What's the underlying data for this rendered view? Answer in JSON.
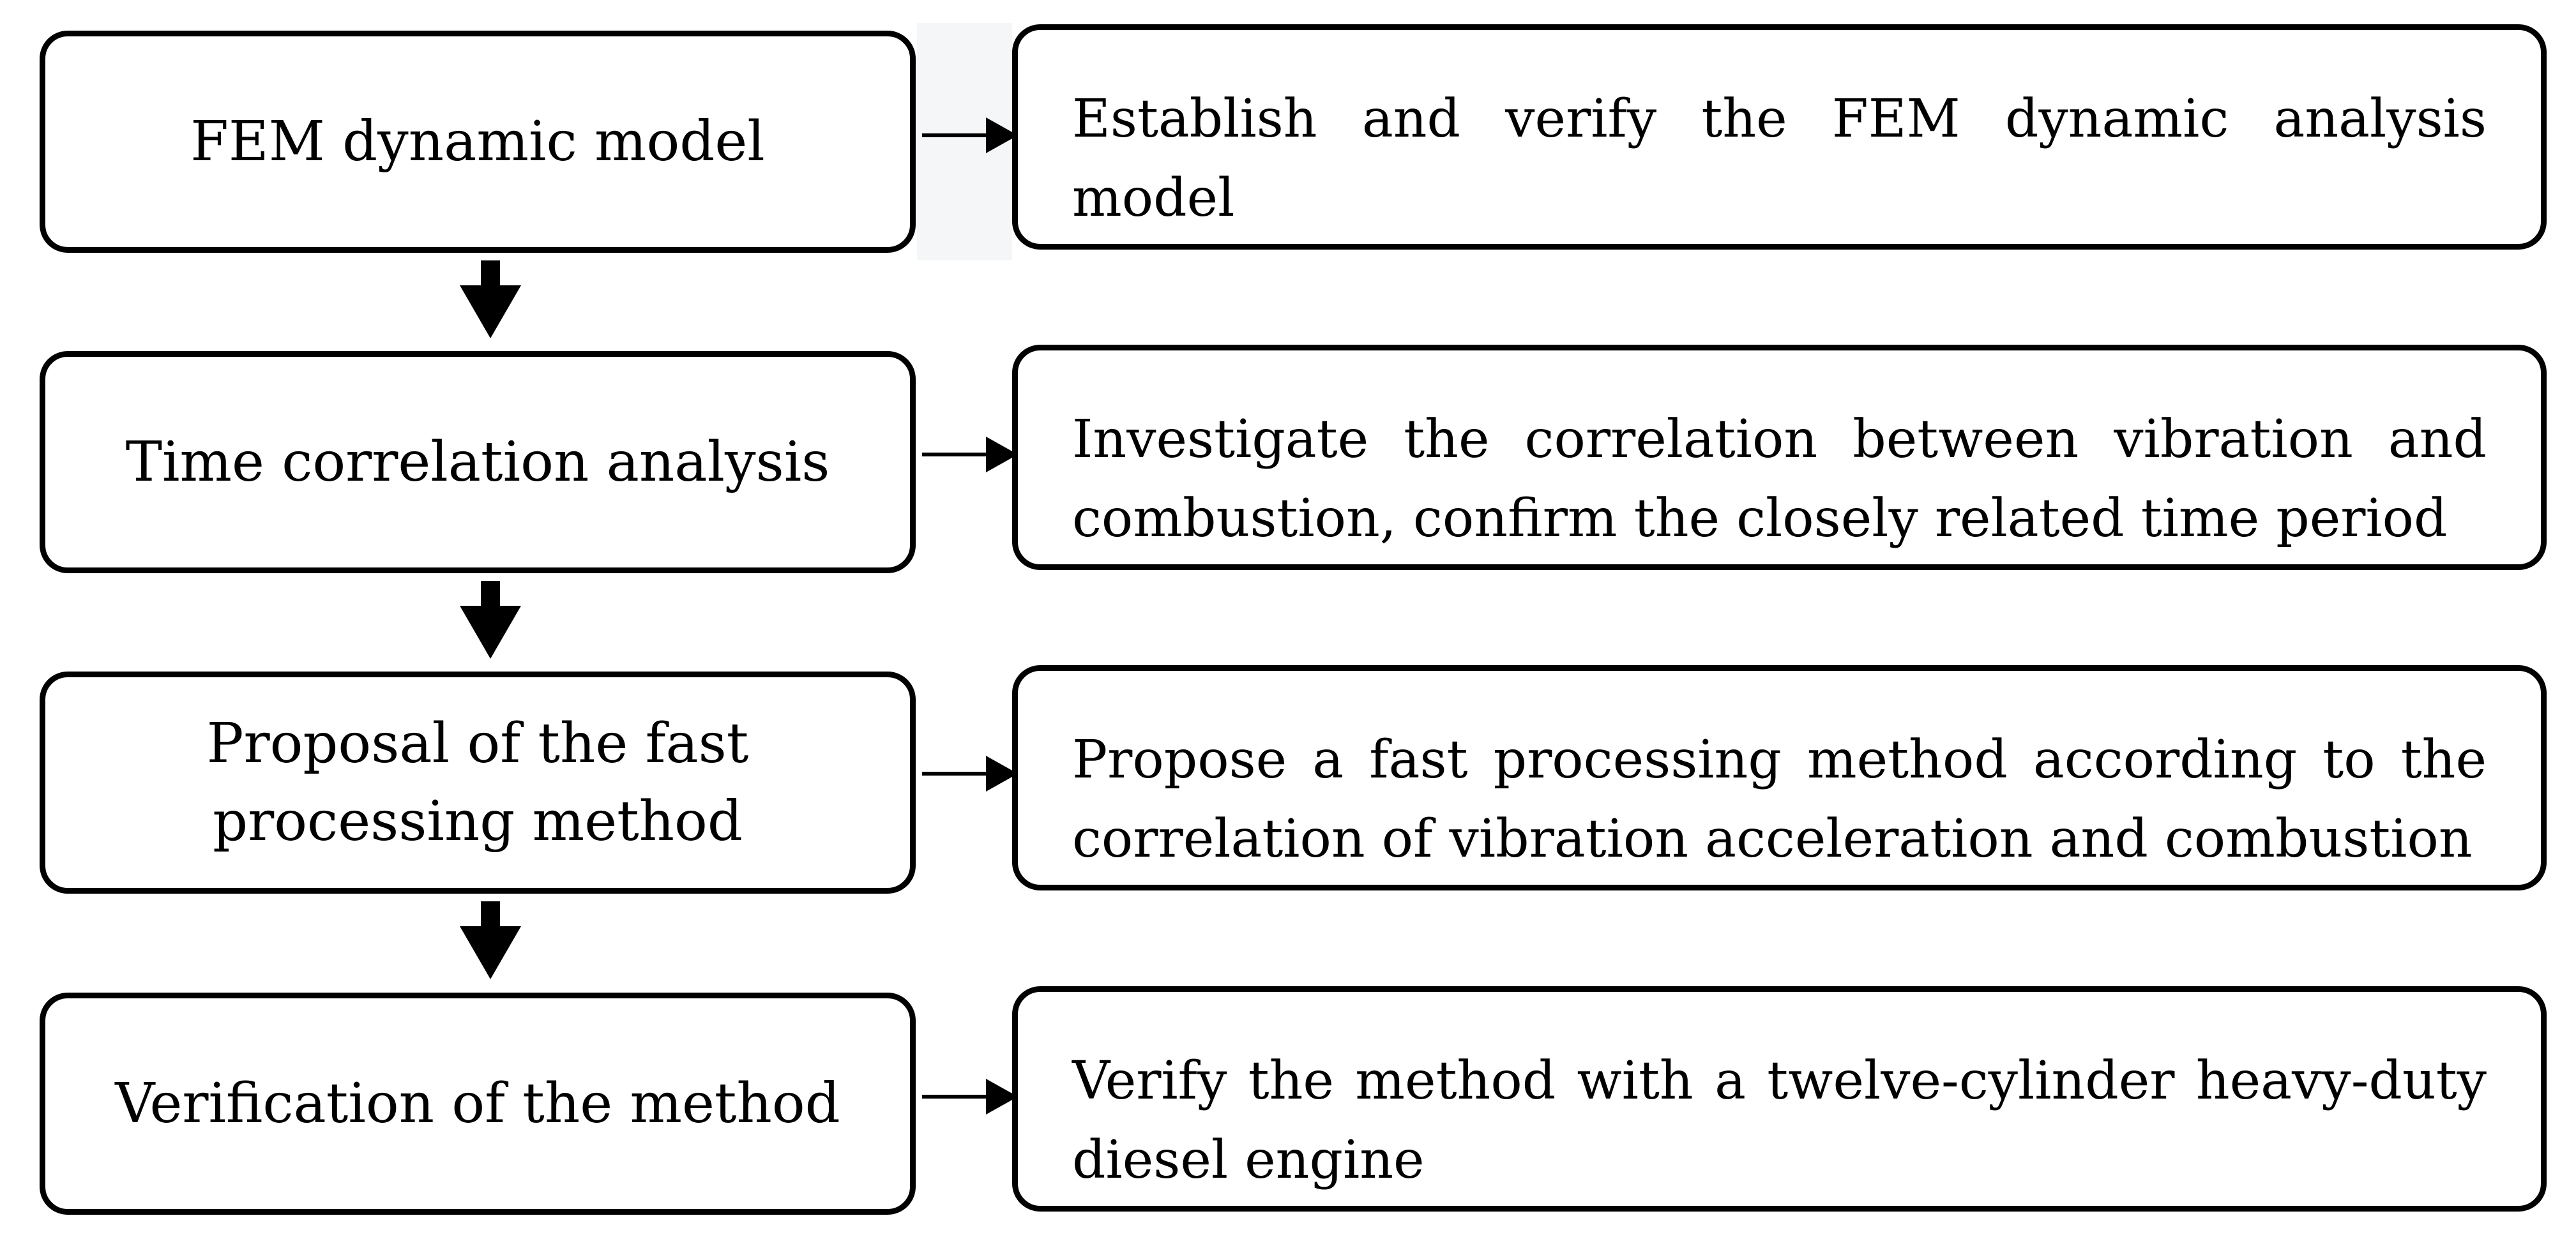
{
  "steps": [
    {
      "label": "FEM dynamic model",
      "description": "Establish and verify the FEM dynamic analysis model"
    },
    {
      "label": "Time correlation analysis",
      "description": "Investigate the correlation between vibration and combustion, confirm the closely related time period"
    },
    {
      "label": "Proposal of the fast\nprocessing method",
      "description": "Propose a fast processing method according to the correlation of vibration acceleration and combustion"
    },
    {
      "label": "Verification of the method",
      "description": "Verify the method with a twelve-cylinder heavy-duty diesel engine"
    }
  ],
  "colors": {
    "stroke": "#000000",
    "fill": "#ffffff",
    "highlight": "#f5f6f8"
  }
}
